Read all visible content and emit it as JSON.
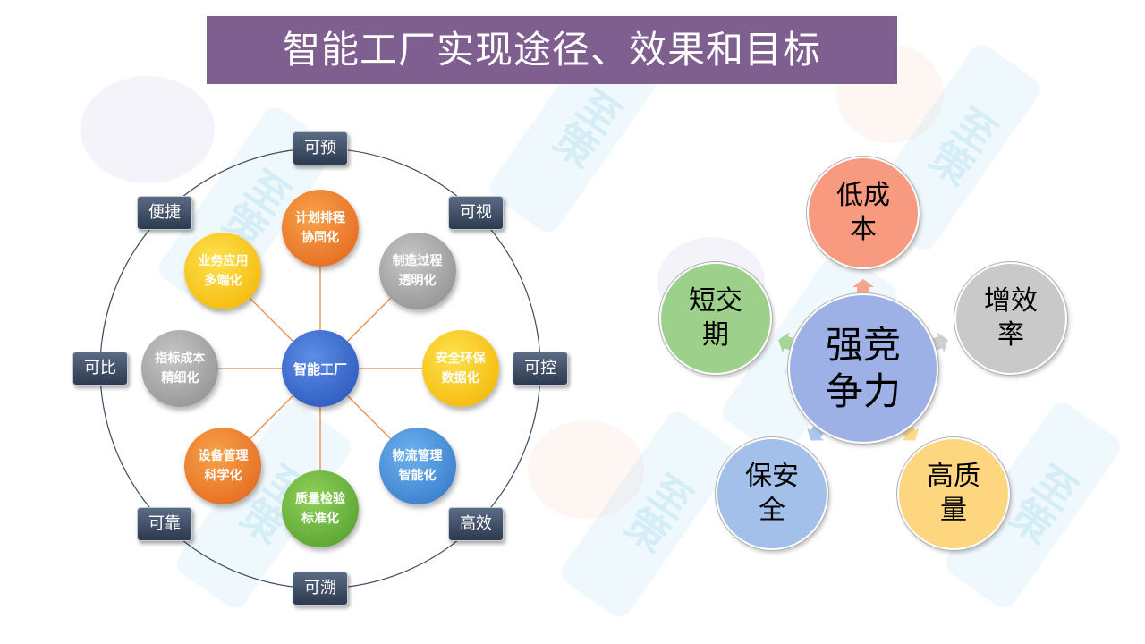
{
  "title": "智能工厂实现途径、效果和目标",
  "watermark": "至策",
  "colors": {
    "title_bg": "#7f5f8f",
    "ring_line": "#3b4a63",
    "spoke_line": "#e58b4a"
  },
  "wheel": {
    "center": "智能工厂",
    "nodes": [
      {
        "label": "计划排程\n协同化",
        "color": "orange"
      },
      {
        "label": "制造过程\n透明化",
        "color": "gray"
      },
      {
        "label": "安全环保\n数据化",
        "color": "yellow"
      },
      {
        "label": "物流管理\n智能化",
        "color": "blue"
      },
      {
        "label": "质量检验\n标准化",
        "color": "green"
      },
      {
        "label": "设备管理\n科学化",
        "color": "orange"
      },
      {
        "label": "指标成本\n精细化",
        "color": "gray"
      },
      {
        "label": "业务应用\n多端化",
        "color": "yellow"
      }
    ],
    "ring_tags": [
      "可预",
      "可视",
      "可控",
      "高效",
      "可溯",
      "可靠",
      "可比",
      "便捷"
    ]
  },
  "goals": {
    "center": "强竞\n争力",
    "nodes": [
      {
        "label": "低成\n本",
        "color": "#f79a80"
      },
      {
        "label": "增效\n率",
        "color": "#c9c9c9"
      },
      {
        "label": "高质\n量",
        "color": "#ffd680"
      },
      {
        "label": "保安\n全",
        "color": "#a3c0ea"
      },
      {
        "label": "短交\n期",
        "color": "#9dd08a"
      }
    ],
    "center_color": "#9db1e6"
  }
}
